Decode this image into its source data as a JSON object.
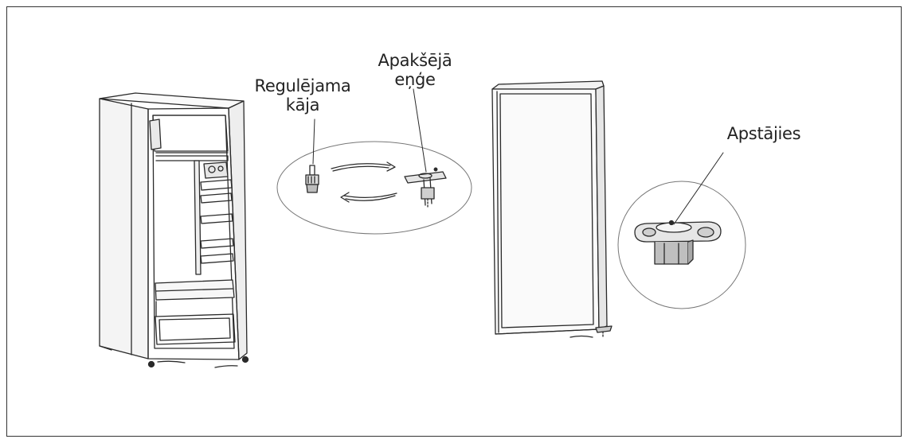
{
  "labels": {
    "leg_line1": "Regulējama",
    "leg_line2": "kāja",
    "hinge_line1": "Apakšējā",
    "hinge_line2": "eņģe",
    "stopper": "Apstājies"
  }
}
